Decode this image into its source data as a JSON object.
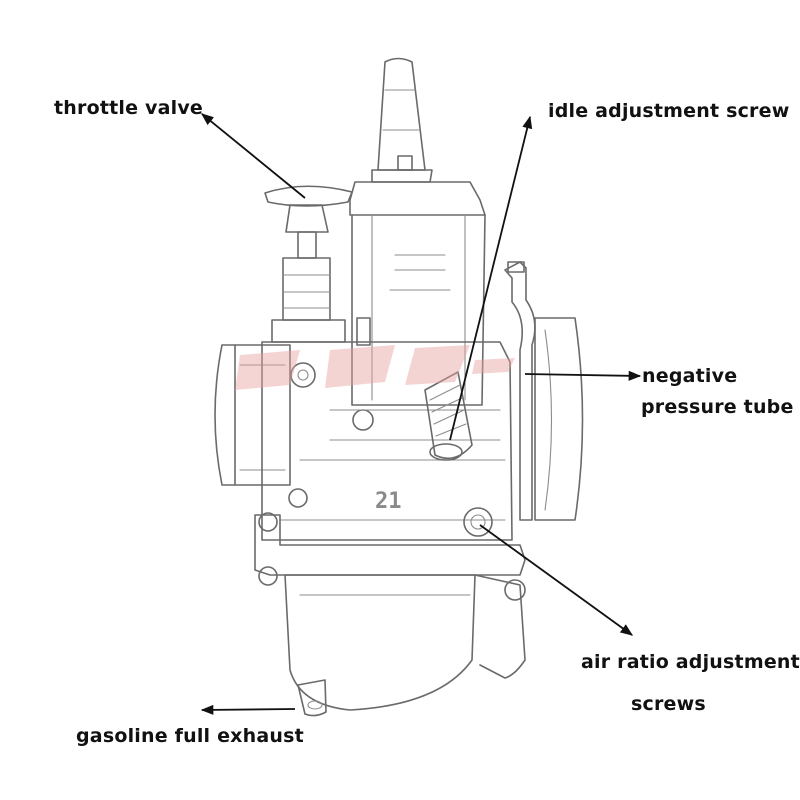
{
  "labels": {
    "throttle_valve": "throttle valve",
    "idle_adjustment_screw": "idle adjustment screw",
    "negative_pressure_tube_line1": "negative",
    "negative_pressure_tube_line2": "pressure tube",
    "air_ratio_line1": "air ratio adjustment",
    "air_ratio_line2": "screws",
    "gasoline_full_exhaust": "gasoline full exhaust",
    "body_marking": "21"
  },
  "colors": {
    "label_text": "#111111",
    "sketch_line": "#6a6a6a",
    "watermark": "#e8a0a0"
  },
  "icons": {
    "main": "carburetor-sketch"
  }
}
